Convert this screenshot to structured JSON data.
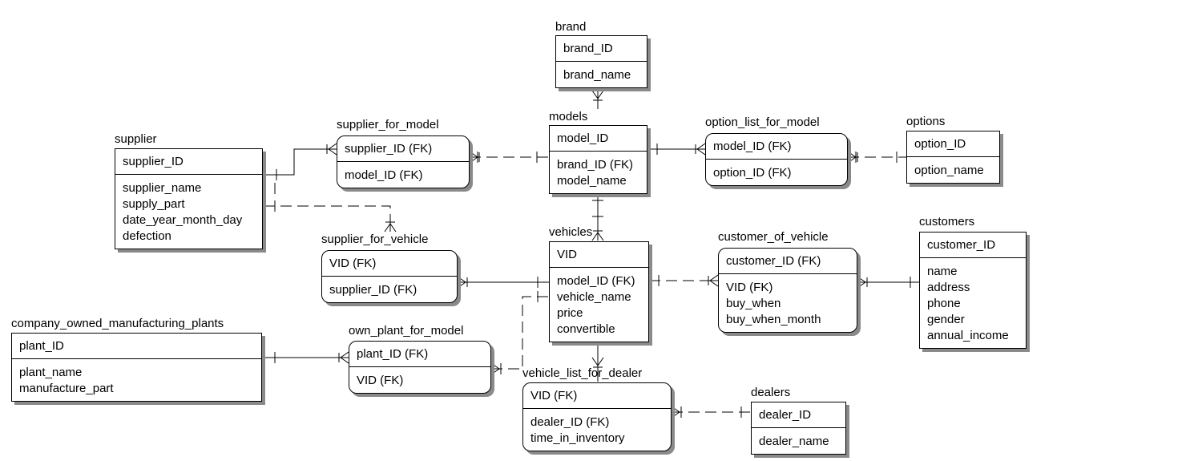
{
  "entities": {
    "brand": {
      "name": "brand",
      "keys": [
        "brand_ID"
      ],
      "attrs": [
        "brand_name"
      ]
    },
    "models": {
      "name": "models",
      "keys": [
        "model_ID"
      ],
      "attrs": [
        "brand_ID (FK)",
        "model_name"
      ]
    },
    "supplier_for_model": {
      "name": "supplier_for_model",
      "keys": [
        "supplier_ID (FK)"
      ],
      "attrs": [
        "model_ID (FK)"
      ]
    },
    "supplier": {
      "name": "supplier",
      "keys": [
        "supplier_ID"
      ],
      "attrs": [
        "supplier_name",
        "supply_part",
        "date_year_month_day",
        "defection"
      ]
    },
    "option_list_for_model": {
      "name": "option_list_for_model",
      "keys": [
        "model_ID (FK)"
      ],
      "attrs": [
        "option_ID (FK)"
      ]
    },
    "options": {
      "name": "options",
      "keys": [
        "option_ID"
      ],
      "attrs": [
        "option_name"
      ]
    },
    "supplier_for_vehicle": {
      "name": "supplier_for_vehicle",
      "keys": [
        "VID (FK)"
      ],
      "attrs": [
        "supplier_ID (FK)"
      ]
    },
    "vehicles": {
      "name": "vehicles",
      "keys": [
        "VID"
      ],
      "attrs": [
        "model_ID (FK)",
        "vehicle_name",
        "price",
        "convertible"
      ]
    },
    "customer_of_vehicle": {
      "name": "customer_of_vehicle",
      "keys": [
        "customer_ID (FK)"
      ],
      "attrs": [
        "VID (FK)",
        "buy_when",
        "buy_when_month"
      ]
    },
    "customers": {
      "name": "customers",
      "keys": [
        "customer_ID"
      ],
      "attrs": [
        "name",
        "address",
        "phone",
        "gender",
        "annual_income"
      ]
    },
    "company_owned_manufacturing_plants": {
      "name": "company_owned_manufacturing_plants",
      "keys": [
        "plant_ID"
      ],
      "attrs": [
        "plant_name",
        "manufacture_part"
      ]
    },
    "own_plant_for_model": {
      "name": "own_plant_for_model",
      "keys": [
        "plant_ID (FK)"
      ],
      "attrs": [
        "VID (FK)"
      ]
    },
    "vehicle_list_for_dealer": {
      "name": "vehicle_list_for_dealer",
      "keys": [
        "VID (FK)"
      ],
      "attrs": [
        "dealer_ID (FK)",
        "time_in_inventory"
      ]
    },
    "dealers": {
      "name": "dealers",
      "keys": [
        "dealer_ID"
      ],
      "attrs": [
        "dealer_name"
      ]
    }
  },
  "relationships": [
    {
      "from": "brand",
      "to": "models",
      "identifying": false
    },
    {
      "from": "supplier",
      "to": "supplier_for_model",
      "identifying": true
    },
    {
      "from": "models",
      "to": "supplier_for_model",
      "identifying": false
    },
    {
      "from": "models",
      "to": "option_list_for_model",
      "identifying": true
    },
    {
      "from": "options",
      "to": "option_list_for_model",
      "identifying": false
    },
    {
      "from": "models",
      "to": "vehicles",
      "identifying": false
    },
    {
      "from": "supplier",
      "to": "supplier_for_vehicle",
      "identifying": false
    },
    {
      "from": "vehicles",
      "to": "supplier_for_vehicle",
      "identifying": true
    },
    {
      "from": "vehicles",
      "to": "customer_of_vehicle",
      "identifying": false
    },
    {
      "from": "customers",
      "to": "customer_of_vehicle",
      "identifying": true
    },
    {
      "from": "company_owned_manufacturing_plants",
      "to": "own_plant_for_model",
      "identifying": true
    },
    {
      "from": "vehicles",
      "to": "own_plant_for_model",
      "identifying": false
    },
    {
      "from": "vehicles",
      "to": "vehicle_list_for_dealer",
      "identifying": false
    },
    {
      "from": "dealers",
      "to": "vehicle_list_for_dealer",
      "identifying": false
    }
  ]
}
